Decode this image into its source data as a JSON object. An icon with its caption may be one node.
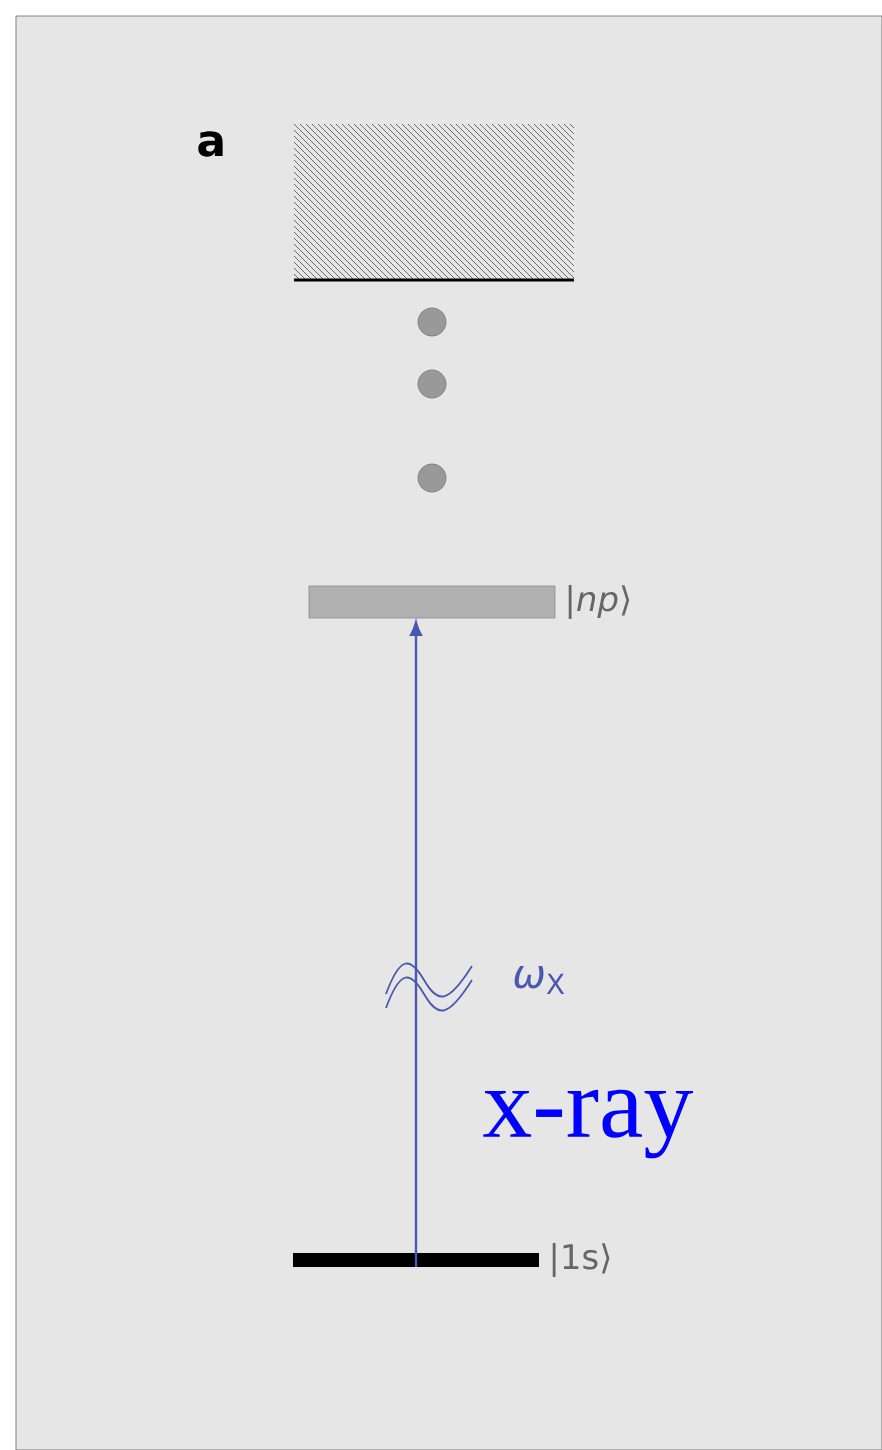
{
  "diagram": {
    "nodes": [
      {
        "text": [],
        "shape": "box"
      },
      {
        "text": [],
        "shape": "bar",
        "beside": [
          "|*np*⟩"
        ]
      },
      {
        "text": [],
        "shape": "bar",
        "beside": [
          "|1s⟩"
        ]
      }
    ],
    "edges": [
      {
        "from": 2,
        "to": 1,
        "arrow": "to",
        "label": "*ω*$_{X}$",
        "color": "#4a58b0"
      }
    ],
    "labels": [
      "a",
      "x-ray"
    ]
  }
}
